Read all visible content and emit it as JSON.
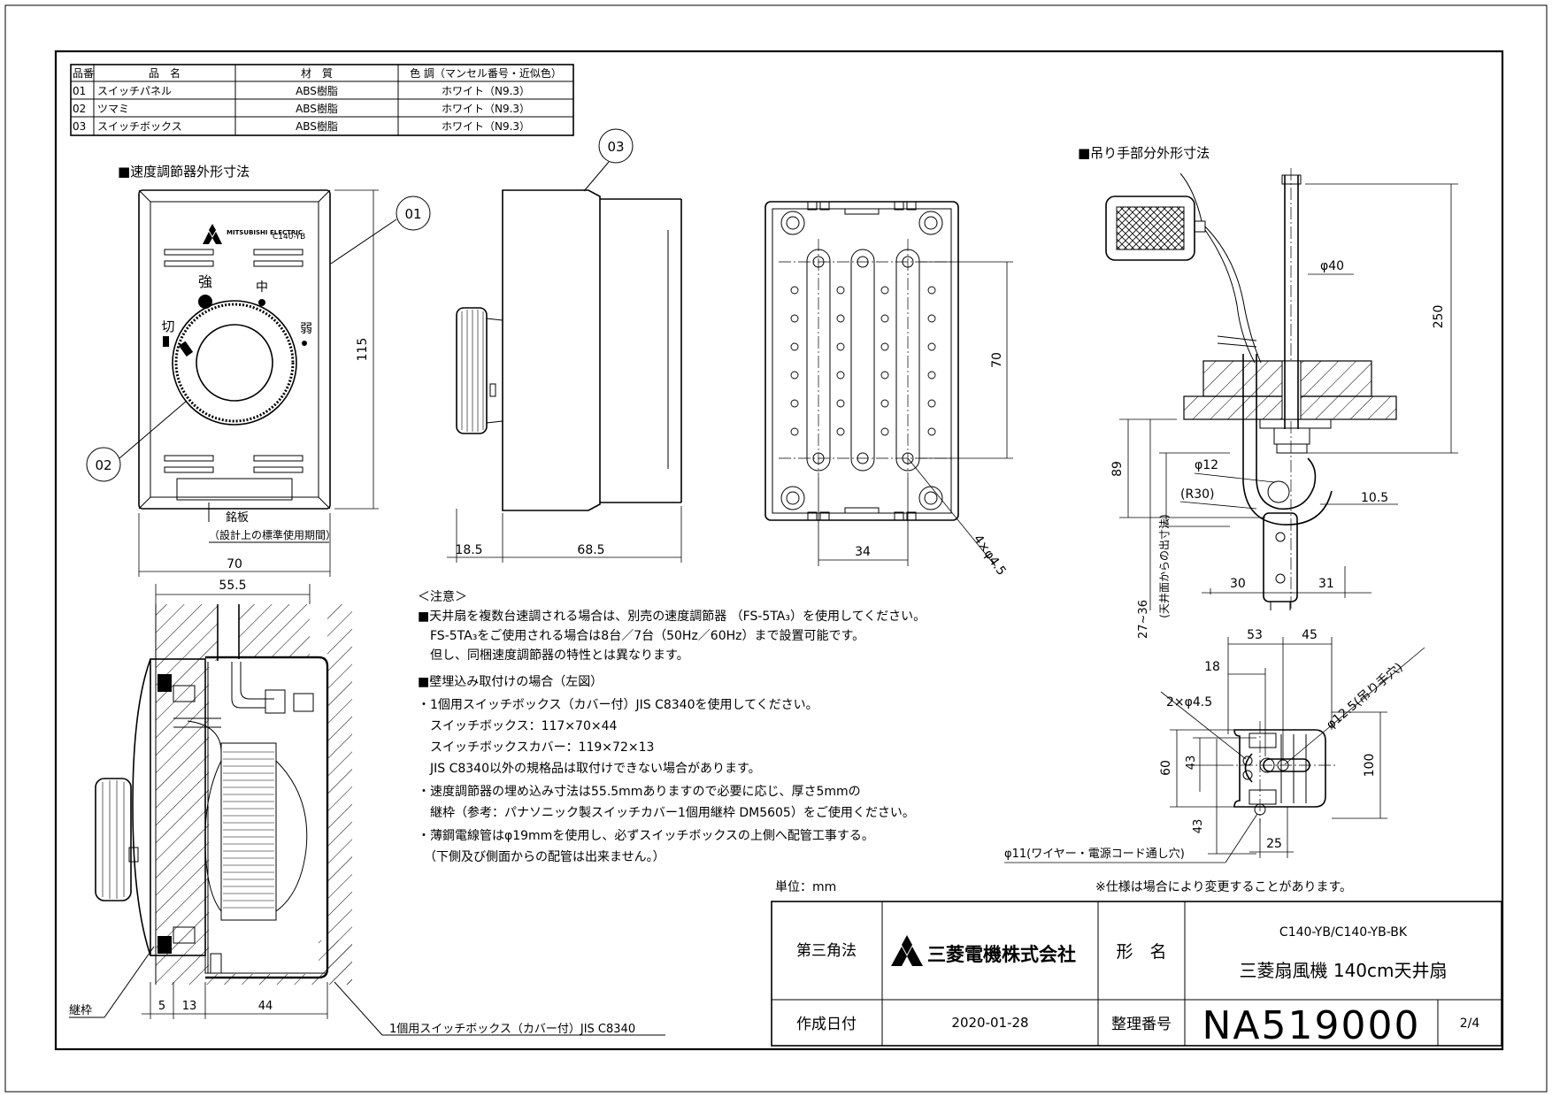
{
  "parts_table": {
    "headers": [
      "品番",
      "品　名",
      "材　質",
      "色 調（マンセル番号・近似色）"
    ],
    "rows": [
      [
        "01",
        "スイッチパネル",
        "ABS樹脂",
        "ホワイト（N9.3）"
      ],
      [
        "02",
        "ツマミ",
        "ABS樹脂",
        "ホワイト（N9.3）"
      ],
      [
        "03",
        "スイッチボックス",
        "ABS樹脂",
        "ホワイト（N9.3）"
      ]
    ]
  },
  "sections": {
    "controller_title": "■速度調節器外形寸法",
    "hanger_title": "■吊り手部分外形寸法"
  },
  "callouts": {
    "c01": "01",
    "c02": "02",
    "c03": "03"
  },
  "controller_face": {
    "brand": "MITSUBISHI ELECTRIC",
    "model": "C140-YB",
    "labels": {
      "strong": "強",
      "medium": "中",
      "weak": "弱",
      "off": "切"
    },
    "nameplate_label": "銘板",
    "nameplate_note": "（設計上の標準使用期間）"
  },
  "dimensions": {
    "front_width": "70",
    "front_height": "115",
    "side_knob": "18.5",
    "side_depth": "68.5",
    "back_height": "70",
    "back_width": "34",
    "back_holes": "4×φ4.5",
    "section_width": "55.5",
    "section_d1": "5",
    "section_d2": "13",
    "section_d3": "44",
    "hanger_rod": "φ40",
    "hanger_len": "250",
    "hanger_89": "89",
    "hanger_phi12": "φ12",
    "hanger_r30": "(R30)",
    "hanger_105": "10.5",
    "hanger_2736": "27~36",
    "hanger_2736_note": "(天井面からの出寸法)",
    "hanger_30": "30",
    "hanger_31": "31",
    "top_53": "53",
    "top_45": "45",
    "top_18": "18",
    "top_holes": "2×φ4.5",
    "top_hole_big": "φ12.5(吊り手穴)",
    "top_60": "60",
    "top_43a": "43",
    "top_43b": "43",
    "top_100": "100",
    "top_25": "25",
    "top_wire": "φ11(ワイヤー・電源コード通し穴)"
  },
  "section_labels": {
    "frame": "継枠",
    "box": "1個用スイッチボックス（カバー付）JIS C8340"
  },
  "notes": [
    "＜注意＞",
    "■天井扇を複数台速調される場合は、別売の速度調節器 （FS-5TA₃）を使用してください。",
    "　FS-5TA₃をご使用される場合は8台／7台（50Hz／60Hz）まで設置可能です。",
    "　但し、同梱速度調節器の特性とは異なります。",
    "■壁埋込み取付けの場合（左図）",
    "・1個用スイッチボックス（カバー付）JIS C8340を使用してください。",
    "　スイッチボックス：117×70×44",
    "　スイッチボックスカバー：119×72×13",
    "　JIS C8340以外の規格品は取付けできない場合があります。",
    "・速度調節器の埋め込み寸法は55.5mmありますので必要に応じ、厚さ5mmの",
    "　継枠（参考：パナソニック製スイッチカバー1個用継枠 DM5605）をご使用ください。",
    "・薄鋼電線管はφ19mmを使用し、必ずスイッチボックスの上側へ配管工事する。",
    "　（下側及び側面からの配管は出来ません。）"
  ],
  "unit": "単位：mm",
  "spec_note": "※仕様は場合により変更することがあります。",
  "title_block": {
    "projection": "第三角法",
    "company": "三菱電機株式会社",
    "model_label": "形　名",
    "model_code": "C140-YB/C140-YB-BK",
    "product_name": "三菱扇風機 140cm天井扇",
    "date_label": "作成日付",
    "date": "2020-01-28",
    "number_label": "整理番号",
    "number": "NA519000",
    "page": "2/4"
  }
}
